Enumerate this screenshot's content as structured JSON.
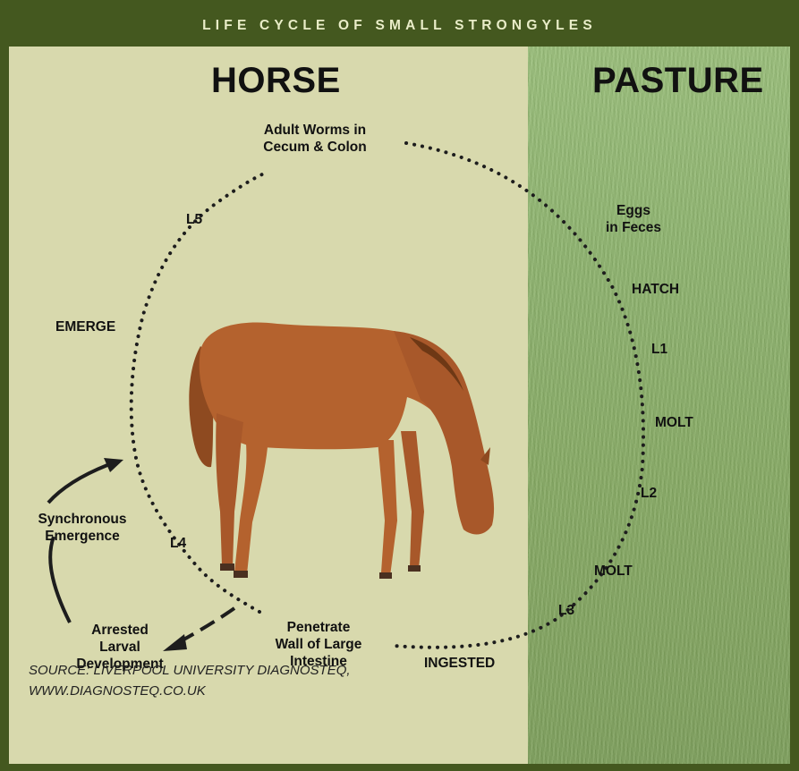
{
  "banner": {
    "title": "LIFE CYCLE OF SMALL STRONGYLES"
  },
  "sections": {
    "horse": "HORSE",
    "pasture": "PASTURE"
  },
  "stages": {
    "adult_line1": "Adult Worms in",
    "adult_line2": "Cecum & Colon",
    "eggs_line1": "Eggs",
    "eggs_line2": "in Feces",
    "hatch": "HATCH",
    "l1": "L1",
    "molt1": "MOLT",
    "l2": "L2",
    "molt2": "MOLT",
    "l3": "L3",
    "ingested": "INGESTED",
    "penetrate_line1": "Penetrate",
    "penetrate_line2": "Wall of Large",
    "penetrate_line3": "Intestine",
    "l4": "L4",
    "emerge": "EMERGE",
    "l5": "L5",
    "arrested_line1": "Arrested",
    "arrested_line2": "Larval",
    "arrested_line3": "Development",
    "sync_line1": "Synchronous",
    "sync_line2": "Emergence"
  },
  "source": {
    "line1": "SOURCE: LIVERPOOL UNIVERSITY DIAGNOSTEQ,",
    "line2": "WWW.DIAGNOSTEQ.CO.UK"
  },
  "colors": {
    "frame": "#44581f",
    "horse_panel": "#d8d9ad",
    "pasture_grass": "#8fb470",
    "horse_coat": "#b4622e"
  }
}
